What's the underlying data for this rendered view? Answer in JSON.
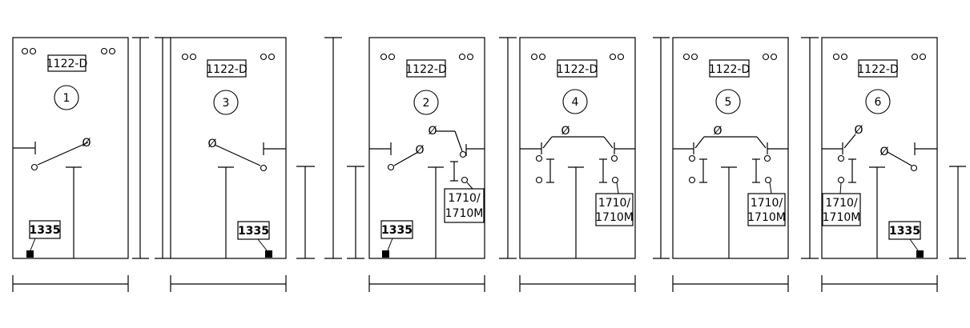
{
  "panels": [
    {
      "number": "1",
      "top_label": "1122-D",
      "bottom_label": "1335",
      "bottom_label_bold": true
    },
    {
      "number": "3",
      "top_label": "1122-D",
      "bottom_label": "1335",
      "bottom_label_bold": true
    },
    {
      "number": "2",
      "top_label": "1122-D",
      "bottom_label": "1335",
      "bottom_label_bold": true,
      "right_label_line1": "1710/",
      "right_label_line2": "1710M"
    },
    {
      "number": "4",
      "top_label": "1122-D",
      "right_label_line1": "1710/",
      "right_label_line2": "1710M"
    },
    {
      "number": "5",
      "top_label": "1122-D",
      "right_label_line1": "1710/",
      "right_label_line2": "1710M"
    },
    {
      "number": "6",
      "top_label": "1122-D",
      "bottom_label": "1335",
      "bottom_label_bold": true,
      "left_label_line1": "1710/",
      "left_label_line2": "1710M"
    }
  ],
  "symbols": {
    "breaker_mark": "Ø"
  }
}
